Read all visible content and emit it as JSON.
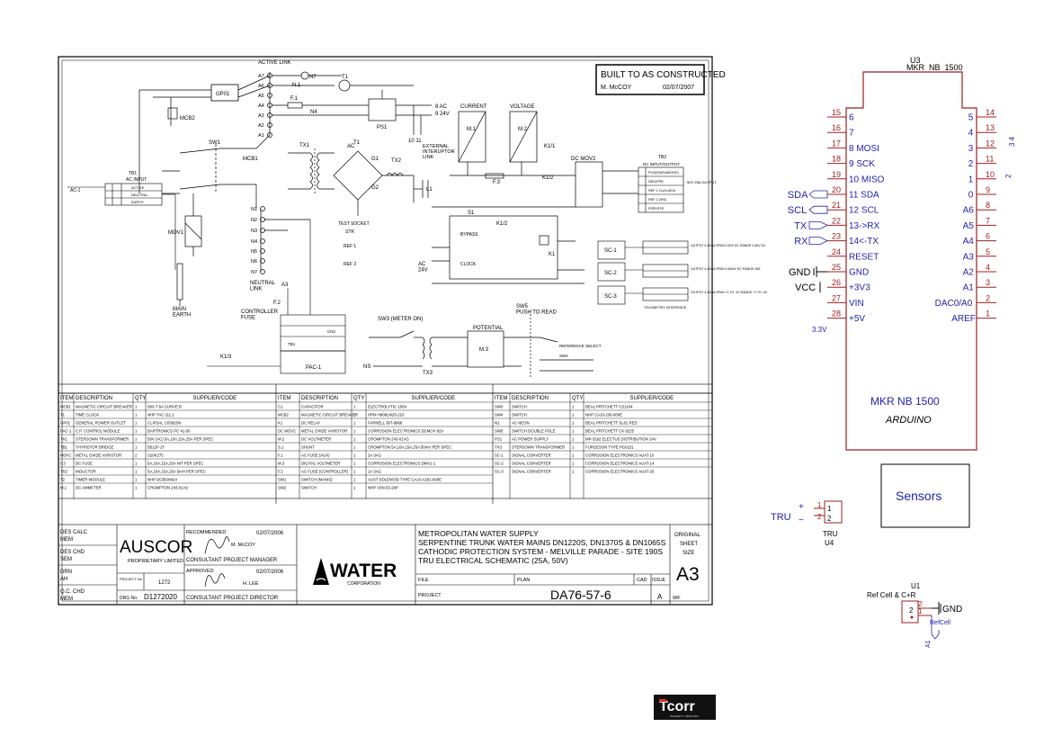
{
  "schematic": {
    "stamp": {
      "title": "BUILT TO AS CONSTRUCTED",
      "author": "M. McCOY",
      "date": "02/07/2007"
    },
    "labels": {
      "active_link": "ACTIVE LINK",
      "a_terms": [
        "A7",
        "A6",
        "A5",
        "A4",
        "A3",
        "A2",
        "A1"
      ],
      "n_terms": [
        "N1",
        "N2",
        "N3",
        "N4",
        "N5",
        "N6",
        "N7"
      ],
      "n7": "N7",
      "n1": "N.1",
      "n4": "N4",
      "f1": "F.1",
      "t1": "T1",
      "gp01": "GP01",
      "mcb2": "MCB2",
      "mcb1": "MCB1",
      "sw1": "SW1",
      "tx1": "TX1",
      "tx2": "TX2",
      "mov1": "MOV1",
      "ps1": "PS1",
      "ac_out": "8 AC",
      "v24": "9 24V",
      "n10_11": "10 11",
      "current": "CURRENT",
      "voltage": "VOLTAGE",
      "m1": "M.1",
      "m2": "M.2",
      "ext_link": "EXTERNAL\nINTERUPTOR\nLINK",
      "k11": "K1/1",
      "k12": "K1/2",
      "dc_mov2": "DC MOV2",
      "f3": "F.3",
      "s1": "S1",
      "l1": "L1",
      "g1": "G1",
      "g2": "G2",
      "ac": "AC",
      "tb2": "TB2",
      "tb2_hdr": "DC INPUT/OUTPUT",
      "tb2_rows": [
        "POS(SWS/ANODE)",
        "NEG/PPE",
        "REF 1 Cu/CuSO4",
        "REF 2 ZINC",
        "PIPE/STR"
      ],
      "tb2_out": "50V 25A OUTPUT",
      "test_socket": "TEST SOCKET",
      "str": "STR",
      "ref1": "REF 1",
      "ref2": "REF 2",
      "bypass": "BYPASS",
      "clock": "CLOCK",
      "ac24": "AC\n24V",
      "k1": "K1",
      "sc1": "SC-1",
      "sc2": "SC-2",
      "sc3": "SC-3",
      "sc1_out": "OUTPUT 4-20mA SPAN 0-50V DC RANGE 0-50V DC",
      "sc2_out": "OUTPUT 4-20mA SPAN 0-50mV DC RANGE 25A",
      "sc3_out": "OUTPUT 4-20mA SPAN +1 TO -4V RANGE +1 TO -4V",
      "telemetry": "TELEMETRY INTERFACE",
      "tb1": "TB1",
      "ac_input": "AC INPUT",
      "tb1_rows": [
        "ACTIVE",
        "NEUTRAL",
        "EARTH"
      ],
      "ac1": "AC-1",
      "main_earth": "MAIN\nEARTH",
      "neutral_link": "NEUTRAL\nLINK",
      "controller_fuse": "CONTROLLER\nFUSE",
      "f2": "F.2",
      "a3": "A3",
      "k13": "K1/3",
      "pac1": "PAC-1",
      "tb1b": "TB1",
      "cn2": "CN2",
      "sw3": "SW3 (METER ON)",
      "sw5": "SW5\nPUSH TO READ",
      "potential": "POTENTIAL",
      "m3": "M.3",
      "tx3": "TX3",
      "ns": "NS",
      "ref_select": "REFERENCE SELECT",
      "sw4": "SW4"
    },
    "table_headers": [
      "ITEM",
      "DESCRIPTION",
      "QTY",
      "SUPPLIER/CODE"
    ],
    "parts_left": [
      [
        "MCB1",
        "MAGNETIC CIRCUIT BREAKER",
        "1",
        "DIN-T 6A CURVE'D'"
      ],
      [
        "T1",
        "TIME CLOCK",
        "1",
        "NHP TAC 111.1"
      ],
      [
        "GP01",
        "GENERAL POWER OUTLET",
        "1",
        "CLIPSAL C0382SN"
      ],
      [
        "PAC-1",
        "C.P. CONTROL MODULE",
        "1",
        "BARTRONICS PC 41-50"
      ],
      [
        "TX1",
        "STEPDOWN TRANSFORMER",
        "1",
        "59V (AC) 5A,10A,15A,25A PER SPEC"
      ],
      [
        "TB1",
        "THYRISTOR BRIDGE",
        "1",
        "B512F-2T"
      ],
      [
        "MOV1",
        "METAL OXIDE VARISTOR",
        "2",
        "S20K275"
      ],
      [
        "F.3",
        "DC FUSE",
        "1",
        "5A,10A,15A,25A NIT PER SPEC"
      ],
      [
        "TX2",
        "INDUCTOR",
        "1",
        "5A,10A,15A,25A 5mH PER SPEC"
      ],
      [
        "T2",
        "TIMER MODULE",
        "1",
        "NHP DCB5XM24"
      ],
      [
        "M.1",
        "DC AMMETER",
        "1",
        "CROMPTON 243-01A9"
      ]
    ],
    "parts_mid": [
      [
        "C1",
        "CAPACITOR",
        "1",
        "ELECTROLYTIC 100V"
      ],
      [
        "MCB2",
        "MAGNETIC CIRCUIT BREAKER",
        "1",
        "HPM H908LM20-210"
      ],
      [
        "K1",
        "DC RELAY",
        "1",
        "FARNELL 30T-9968"
      ],
      [
        "DC MOV2",
        "METAL OXIDE VARISTOR",
        "1",
        "CORROSION ELECTRONICS DCMOV 82V"
      ],
      [
        "M.2",
        "DC VOLTMETER",
        "1",
        "CROMPTON 243-01VG"
      ],
      [
        "S.1",
        "SHUNT",
        "1",
        "CROMPTON 5A,10A,15A,25A 50mV PER SPEC"
      ],
      [
        "F.1",
        "AC FUSE (AUX)",
        "1",
        "2A 3AG"
      ],
      [
        "M.3",
        "DIGITAL VOLTMETER",
        "1",
        "CORROSION ELECTRONICS DMV1-1"
      ],
      [
        "F.2",
        "AC FUSE (CONTROLLER)",
        "1",
        "1A 3AG"
      ],
      [
        "SW1",
        "SWITCH (MAINS)",
        "1",
        "AUST SOLENOID TYPE CA10-A291-600E"
      ],
      [
        "SW2",
        "SWITCH",
        "1",
        "NHP V3N-53-20P"
      ]
    ],
    "parts_right": [
      [
        "SW3",
        "SWITCH",
        "1",
        "BEAL PRITCHETT CS1104"
      ],
      [
        "SW4",
        "SWITCH",
        "1",
        "NHP CA10-236-600E"
      ],
      [
        "N1",
        "AC NEON",
        "1",
        "BEAL PRITCHETT SL81 RED"
      ],
      [
        "SW5",
        "SWITCH DOUBLE POLE",
        "1",
        "BEAL PRITCHETT CK 8225"
      ],
      [
        "PS1",
        "AC POWER SUPPLY",
        "1",
        "MP-3192 ELECTUS DISTRIBUTION 24V"
      ],
      [
        "TX3",
        "STEPDOWN TRANSFORMER",
        "1",
        "FURGESON TYPE PG0151"
      ],
      [
        "SC-1",
        "SIGNAL CONVERTER",
        "1",
        "CORROSION ELECTRONICS AUAT-10"
      ],
      [
        "SC-2",
        "SIGNAL CONVERTER",
        "1",
        "CORROSION ELECTRONICS AUAT-14"
      ],
      [
        "SC-3",
        "SIGNAL CONVERTER",
        "1",
        "CORROSION ELECTRONICS AUAT-20"
      ]
    ],
    "title_block": {
      "des_calc": "DES CALC",
      "mem1": "MEM",
      "des_chd": "DES CHD",
      "sem": "SEM",
      "drn": "DRN",
      "ah": "AH",
      "qc_chd": "Q.C. CHD",
      "mem2": "MEM",
      "company": "AUSCOR",
      "company_sub": "PROPRIETARY LIMITED",
      "project_lbl": "PROJECT No.",
      "project_no": "1272",
      "drg_lbl": "DRG No.",
      "drg_no": "D1272020",
      "recommended": "RECOMMENDED",
      "rec_date": "02/07/2006",
      "rec_name": "M. McCOY",
      "cpm": "CONSULTANT PROJECT MANAGER",
      "approved": "APPROVED",
      "app_date": "02/07/2006",
      "app_name": "H. LEE",
      "cpd": "CONSULTANT PROJECT DIRECTOR",
      "logo_text": "WATER",
      "logo_sub": "CORPORATION",
      "desc": [
        "METROPOLITAN WATER SUPPLY",
        "SERPENTINE TRUNK WATER MAINS DN1220S, DN1370S & DN1065S",
        "CATHODIC PROTECTION SYSTEM - MELVILLE PARADE - SITE 190S",
        "TRU ELECTRICAL SCHEMATIC (25A, 50V)"
      ],
      "file": "FILE",
      "plan": "PLAN",
      "cad": "CAD",
      "issue": "ISSUE",
      "project": "PROJECT",
      "dwg_no": "DA76-57-6",
      "issue_val": "A",
      "wf": "WF",
      "original": "ORIGINAL",
      "sheet": "SHEET",
      "size": "SIZE",
      "size_val": "A3"
    }
  },
  "mkr": {
    "ref": "U3",
    "value": "MKR_NB_1500",
    "left_pins": [
      {
        "num": "15",
        "name": "6",
        "net": ""
      },
      {
        "num": "16",
        "name": "7",
        "net": ""
      },
      {
        "num": "17",
        "name": "8 MOSI",
        "net": ""
      },
      {
        "num": "18",
        "name": "9 SCK",
        "net": ""
      },
      {
        "num": "19",
        "name": "10 MISO",
        "net": ""
      },
      {
        "num": "20",
        "name": "11 SDA",
        "net": "SDA"
      },
      {
        "num": "21",
        "name": "12 SCL",
        "net": "SCL"
      },
      {
        "num": "22",
        "name": "13->RX",
        "net": "TX"
      },
      {
        "num": "23",
        "name": "14<-TX",
        "net": "RX"
      },
      {
        "num": "24",
        "name": "RESET",
        "net": ""
      },
      {
        "num": "25",
        "name": "GND",
        "net": "GND"
      },
      {
        "num": "26",
        "name": "+3V3",
        "net": "VCC"
      },
      {
        "num": "27",
        "name": "VIN",
        "net": ""
      },
      {
        "num": "28",
        "name": "+5V",
        "net": ""
      }
    ],
    "right_pins": [
      {
        "num": "14",
        "name": "5"
      },
      {
        "num": "13",
        "name": "4"
      },
      {
        "num": "12",
        "name": "3"
      },
      {
        "num": "11",
        "name": "2"
      },
      {
        "num": "10",
        "name": "1"
      },
      {
        "num": "9",
        "name": "0"
      },
      {
        "num": "8",
        "name": "A6"
      },
      {
        "num": "7",
        "name": "A5"
      },
      {
        "num": "6",
        "name": "A4"
      },
      {
        "num": "5",
        "name": "A3"
      },
      {
        "num": "4",
        "name": "A2"
      },
      {
        "num": "3",
        "name": "A1"
      },
      {
        "num": "2",
        "name": "DAC0/A0"
      },
      {
        "num": "1",
        "name": "AREF"
      }
    ],
    "net_3v3": "3.3V",
    "side_labels": [
      "3 4",
      "2"
    ],
    "board_name": "MKR NB 1500",
    "board_sub": "ARDUINO"
  },
  "sensors": {
    "label": "Sensors"
  },
  "tru": {
    "label": "TRU",
    "plus": "+",
    "minus": "−",
    "pins": [
      "1",
      "2"
    ],
    "ref": "U4",
    "value": "TRU"
  },
  "refcell": {
    "ref": "U1",
    "value": "Ref Cell & C+R",
    "pins": [
      "2",
      "1"
    ],
    "gnd": "GND",
    "net1": "RefCell",
    "net2": "A1"
  },
  "logo": {
    "text": "Tcorr",
    "sub": "INTEGRITY SERVICES"
  },
  "colors": {
    "kicad_blue": "#2222aa",
    "pin_red": "#a02020",
    "body_red": "#9b2020",
    "ink": "#000000"
  }
}
